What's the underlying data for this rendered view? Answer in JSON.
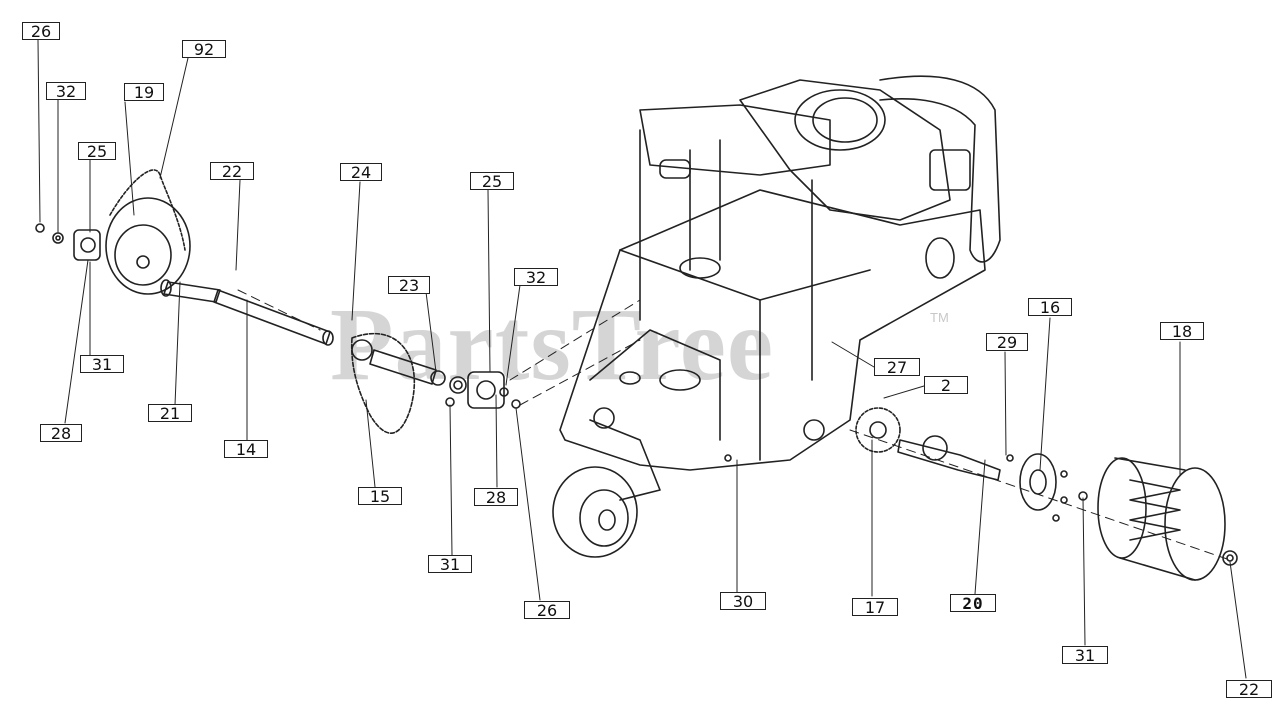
{
  "watermark": {
    "brand": "PartsTree",
    "trademark": "TM"
  },
  "colors": {
    "line": "#222222",
    "watermark": "#c8c8c8"
  },
  "callouts": [
    "26",
    "32",
    "19",
    "92",
    "25",
    "22",
    "24",
    "25",
    "32",
    "23",
    "21",
    "14",
    "28",
    "31",
    "15",
    "31",
    "28",
    "26",
    "27",
    "2",
    "29",
    "16",
    "18",
    "30",
    "17",
    "20",
    "31",
    "22"
  ]
}
